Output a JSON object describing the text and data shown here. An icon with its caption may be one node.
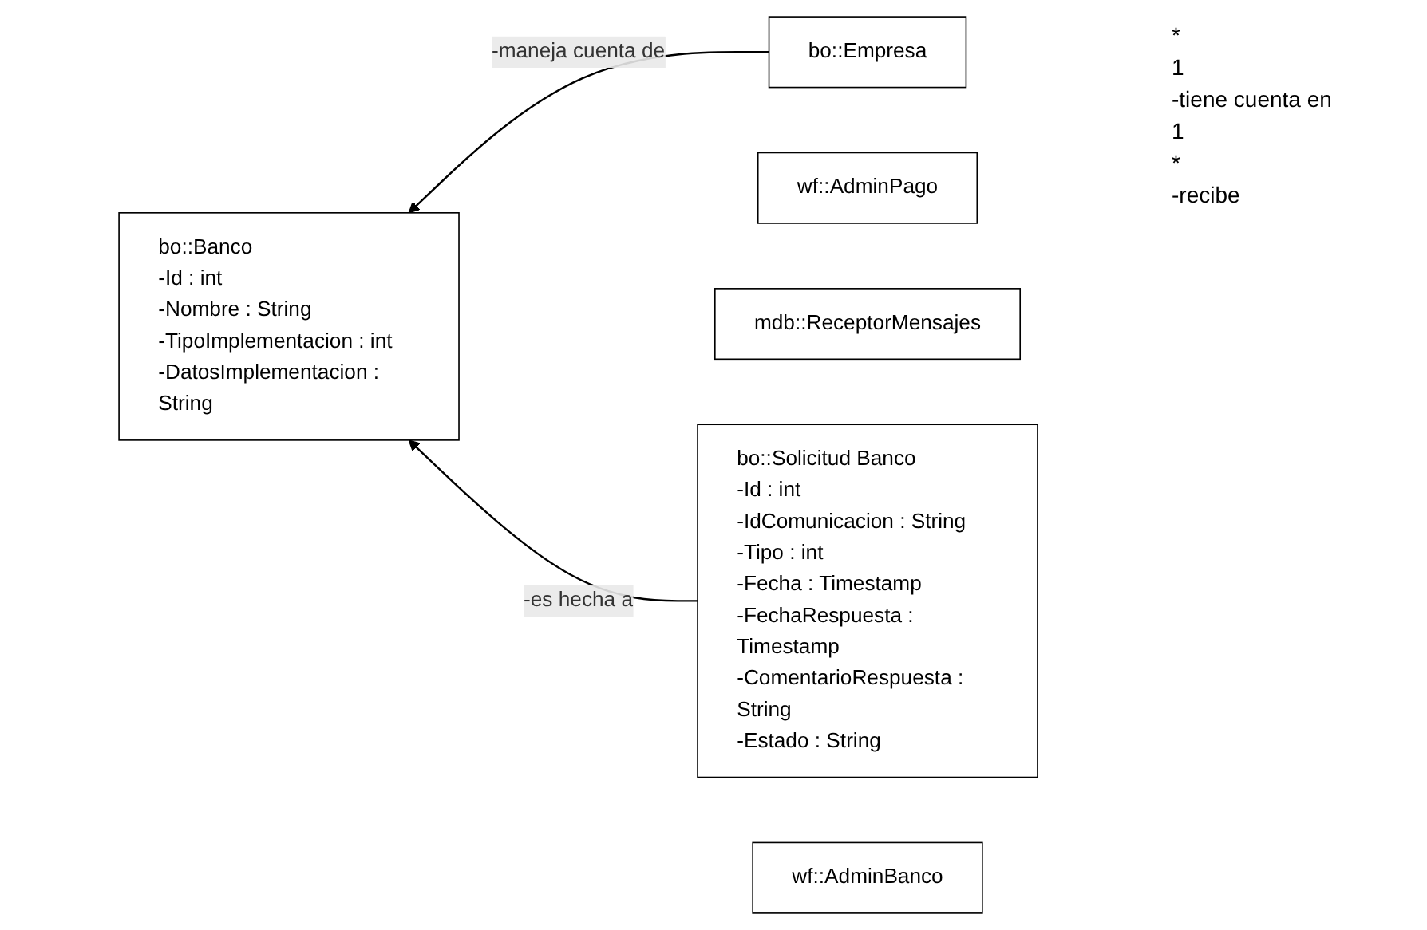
{
  "diagram": {
    "nodes": [
      {
        "text": [
          "bo::Banco",
          "-Id : int",
          "-Nombre : String",
          "-TipoImplementacion : int",
          "-DatosImplementacion : String"
        ]
      },
      {
        "text": [
          "bo::Empresa"
        ]
      },
      {
        "text": [
          "wf::AdminPago"
        ]
      },
      {
        "text": [
          "mdb::ReceptorMensajes"
        ]
      },
      {
        "text": [
          "bo::Solicitud Banco",
          "-Id : int",
          "-IdComunicacion : String",
          "-Tipo : int",
          "-Fecha : Timestamp",
          "-FechaRespuesta : Timestamp",
          "-ComentarioRespuesta : String",
          "-Estado : String"
        ]
      },
      {
        "text": [
          "wf::AdminBanco"
        ]
      }
    ],
    "edges": [
      {
        "from": 1,
        "to": 0,
        "arrow": "to",
        "label": "-maneja cuenta de"
      },
      {
        "from": 4,
        "to": 0,
        "arrow": "to",
        "label": "-es hecha a"
      }
    ],
    "labels": [
      "*",
      "1",
      "-tiene cuenta en",
      "1",
      "*",
      "-recibe"
    ]
  }
}
